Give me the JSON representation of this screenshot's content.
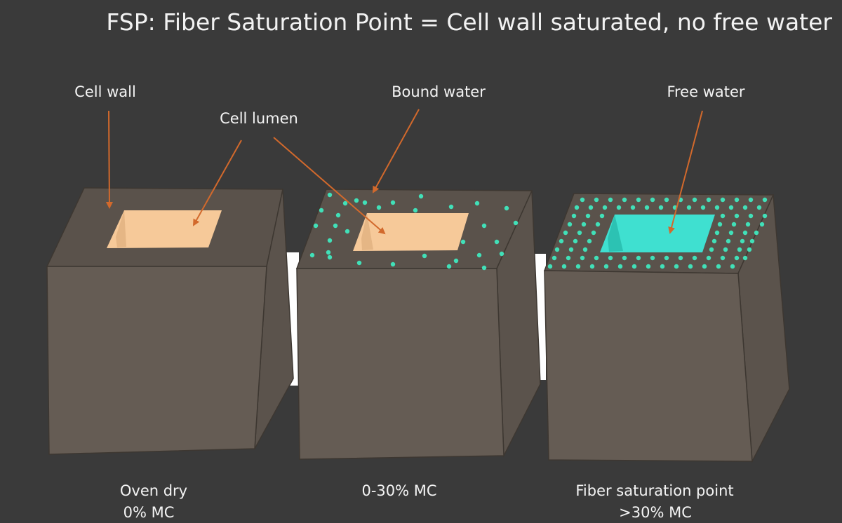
{
  "title": "FSP: Fiber Saturation Point = Cell wall saturated, no free water",
  "labels": {
    "cell_wall": "Cell wall",
    "cell_lumen": "Cell lumen",
    "bound_water": "Bound water",
    "free_water": "Free water"
  },
  "blocks": [
    {
      "caption_line1": "Oven dry",
      "caption_line2": "0% MC"
    },
    {
      "caption_line1": "0-30% MC",
      "caption_line2": ""
    },
    {
      "caption_line1": "Fiber saturation point",
      "caption_line2": ">30% MC"
    }
  ],
  "colors": {
    "background": "#3a3a3a",
    "block_front": "#655c54",
    "block_side": "#5b534c",
    "block_top": "#5a524b",
    "lumen_dry": "#f6c999",
    "lumen_free_water": "#3fe0d0",
    "water_dots": "#41e0b8",
    "arrows": "#d2692c"
  }
}
